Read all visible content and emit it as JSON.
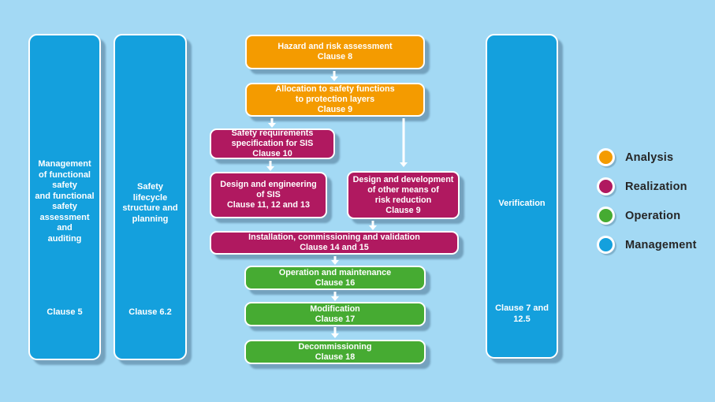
{
  "palette": {
    "background": "#a3d9f4",
    "analysis": "#f49b00",
    "realization": "#b01960",
    "operation": "#46ab32",
    "management": "#14a0dd",
    "box_text": "#ffffff",
    "legend_text": "#262626",
    "arrow": "#ffffff"
  },
  "side_panels": [
    {
      "lines": [
        "Management",
        "of functional",
        "safety",
        "and functional",
        "safety",
        "assessment",
        "and",
        "auditing"
      ],
      "clause": "Clause 5"
    },
    {
      "lines": [
        "Safety",
        "lifecycle",
        "structure and",
        "planning"
      ],
      "clause": "Clause 6.2"
    },
    {
      "lines": [
        "Verification"
      ],
      "clause": "Clause 7 and 12.5"
    }
  ],
  "flow": {
    "boxes": [
      {
        "category": "analysis",
        "lines": [
          "Hazard and risk assessment"
        ],
        "clause": "Clause 8"
      },
      {
        "category": "analysis",
        "lines": [
          "Allocation to safety functions",
          "to protection layers"
        ],
        "clause": "Clause 9"
      },
      {
        "category": "realization",
        "lines": [
          "Safety requirements",
          "specification for SIS"
        ],
        "clause": "Clause 10"
      },
      {
        "category": "realization",
        "lines": [
          "Design and engineering",
          "of SIS"
        ],
        "clause": "Clause 11, 12 and 13"
      },
      {
        "category": "realization",
        "lines": [
          "Design and development",
          "of other means of",
          "risk reduction"
        ],
        "clause": "Clause 9"
      },
      {
        "category": "realization",
        "lines": [
          "Installation, commissioning and validation"
        ],
        "clause": "Clause 14 and 15"
      },
      {
        "category": "operation",
        "lines": [
          "Operation and maintenance"
        ],
        "clause": "Clause 16"
      },
      {
        "category": "operation",
        "lines": [
          "Modification"
        ],
        "clause": "Clause 17"
      },
      {
        "category": "operation",
        "lines": [
          "Decommissioning"
        ],
        "clause": "Clause 18"
      }
    ]
  },
  "legend": {
    "items": [
      {
        "label": "Analysis",
        "category": "analysis"
      },
      {
        "label": "Realization",
        "category": "realization"
      },
      {
        "label": "Operation",
        "category": "operation"
      },
      {
        "label": "Management",
        "category": "management"
      }
    ]
  }
}
